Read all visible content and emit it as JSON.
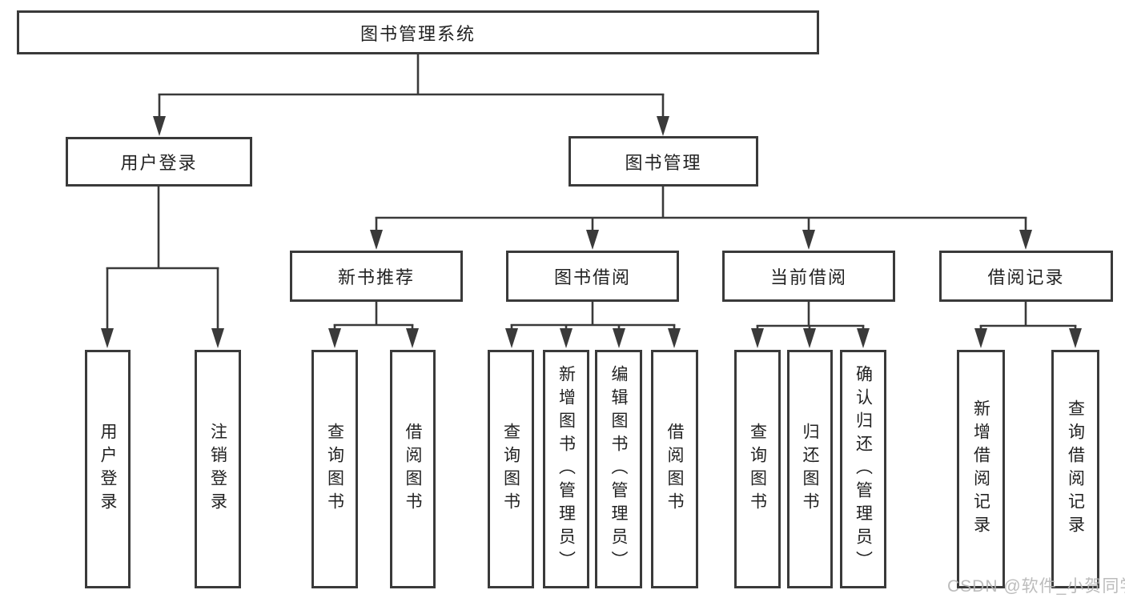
{
  "diagram": {
    "root": "图书管理系统",
    "branches": [
      {
        "label": "用户登录",
        "leaves": [
          "用户登录",
          "注销登录"
        ]
      },
      {
        "label": "图书管理",
        "children": [
          {
            "label": "新书推荐",
            "leaves": [
              "查询图书",
              "借阅图书"
            ]
          },
          {
            "label": "图书借阅",
            "leaves": [
              "查询图书",
              "新增图书（管理员）",
              "编辑图书（管理员）",
              "借阅图书"
            ]
          },
          {
            "label": "当前借阅",
            "leaves": [
              "查询图书",
              "归还图书",
              "确认归还（管理员）"
            ]
          },
          {
            "label": "借阅记录",
            "leaves": [
              "新增借阅记录",
              "查询借阅记录"
            ]
          }
        ]
      }
    ],
    "watermark": "CSDN @软件_小贺同学",
    "colors": {
      "line": "#3a3a3a",
      "box_fill": "#ffffff",
      "text": "#222222",
      "watermark": "#b5b5b5"
    }
  }
}
